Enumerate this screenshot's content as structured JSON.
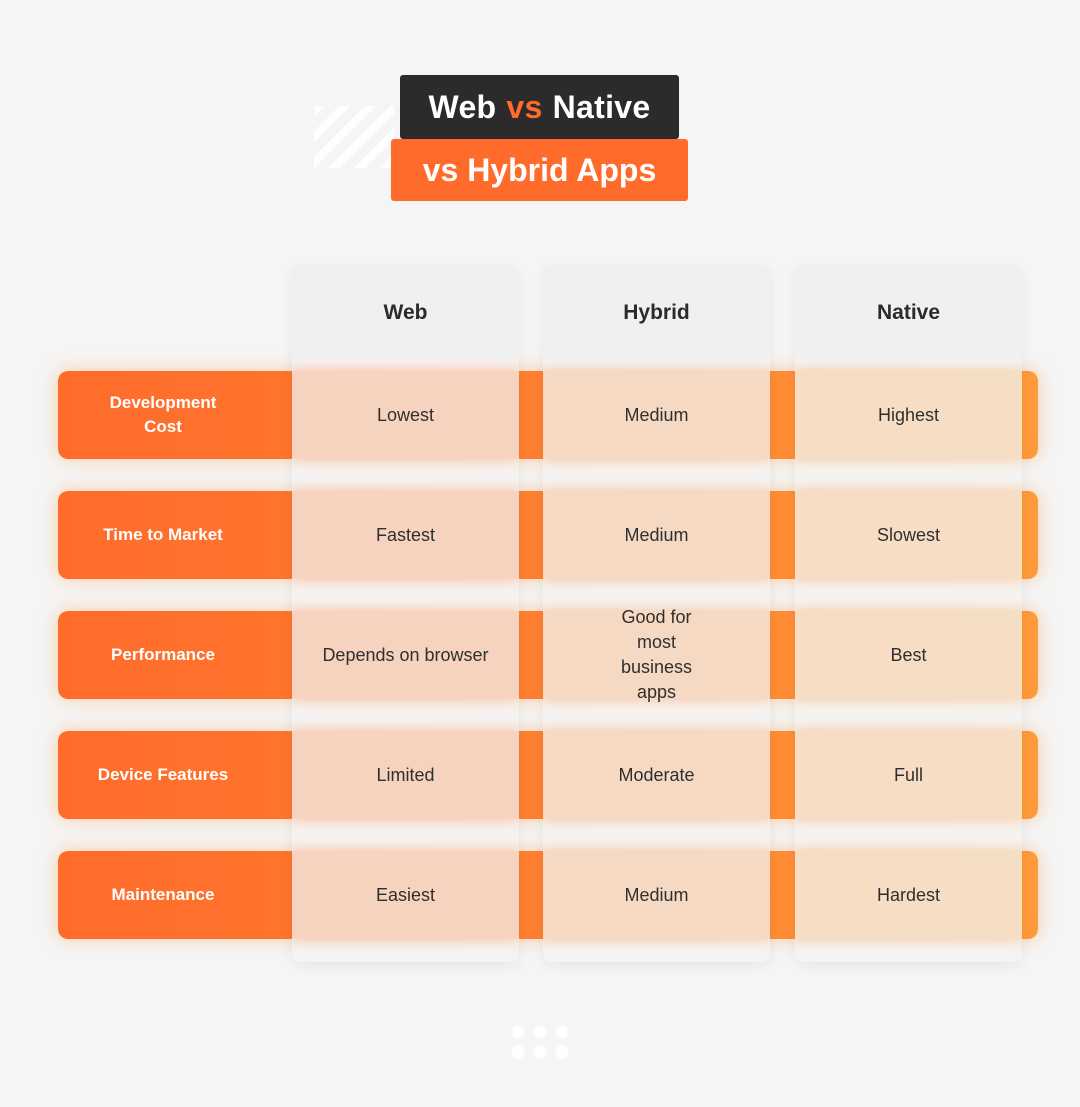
{
  "title": {
    "line1_part1": "Web",
    "line1_accent": "vs",
    "line1_part2": "Native",
    "line2": "vs Hybrid Apps"
  },
  "columns": [
    {
      "label": "Web"
    },
    {
      "label": "Hybrid"
    },
    {
      "label": "Native"
    }
  ],
  "rows": [
    {
      "label": "Development Cost",
      "values": [
        "Lowest",
        "Medium",
        "Highest"
      ]
    },
    {
      "label": "Time to Market",
      "values": [
        "Fastest",
        "Medium",
        "Slowest"
      ]
    },
    {
      "label": "Performance",
      "values": [
        "Depends on browser",
        "Good for most business apps",
        "Best"
      ]
    },
    {
      "label": "Device Features",
      "values": [
        "Limited",
        "Moderate",
        "Full"
      ]
    },
    {
      "label": "Maintenance",
      "values": [
        "Easiest",
        "Medium",
        "Hardest"
      ]
    }
  ],
  "colors": {
    "accent": "#FF6B2B",
    "accent_end": "#FF9A3A",
    "dark": "#2B2B2B",
    "background": "#F5F5F5"
  },
  "pagination": {
    "dots": 6
  }
}
